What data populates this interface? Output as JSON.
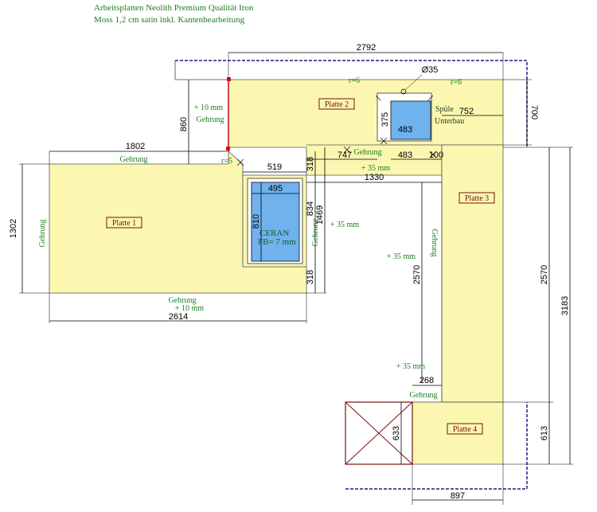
{
  "header": {
    "line1": "Arbeitsplatten Neolith Premium Qualität Iron",
    "line2": "Moss 1,2 cm satin inkl. Kantenbearbeitung"
  },
  "plates": {
    "p1": "Platte 1",
    "p2": "Platte 2",
    "p3": "Platte 3",
    "p4": "Platte 4"
  },
  "dimensions": {
    "d2792": "2792",
    "d1802": "1802",
    "d860": "860",
    "d1302": "1302",
    "d2614": "2614",
    "d519": "519",
    "d495": "495",
    "d810": "810",
    "d318a": "318",
    "d318b": "318",
    "d834": "834",
    "d1469": "1469",
    "d747": "747",
    "d483a": "483",
    "d483b": "483",
    "d100": "100",
    "d1330": "1330",
    "d752": "752",
    "d700": "700",
    "d375": "375",
    "d35": "Ø35",
    "d2570a": "2570",
    "d2570b": "2570",
    "d3183": "3183",
    "d613": "613",
    "d633": "633",
    "d268": "268",
    "d897": "897"
  },
  "notes": {
    "gehrung_left": "Gehrung",
    "gehrung_top1": "Gehrung",
    "gehrung_mid": "Gehrung",
    "gehrung_bottom": "Gehrung",
    "gehrung_vert": "Gehrung",
    "gehrung_p3": "Gehrung",
    "gehrung_p4": "Gehrung",
    "gehrung_860": "Gehrung",
    "plus10_top": "+ 10 mm",
    "plus10_bottom": "+ 10 mm",
    "plus35_a": "+ 35 mm",
    "plus35_b": "+ 35 mm",
    "plus35_c": "+ 35 mm",
    "plus35_d": "+ 35 mm",
    "r5": "r=5",
    "r6a": "r=6",
    "r6b": "r=6"
  },
  "sink": {
    "line1": "Spüle",
    "line2": "Unterbau"
  },
  "hob": {
    "line1": "CERAN",
    "line2": "FB= 7 mm"
  },
  "colors": {
    "countertop": "#fbf7b0",
    "cutout": "#6fb2ee",
    "dim_line": "#000000",
    "note_text": "#1d7d1d",
    "label_border": "#7a1010",
    "wall_dash": "#1a1a8a",
    "cross": "#7a1010"
  }
}
